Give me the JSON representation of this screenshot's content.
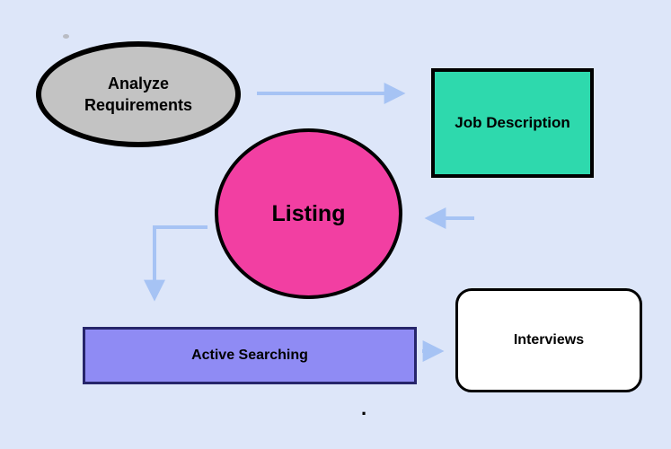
{
  "diagram": {
    "type": "flowchart",
    "background_color": "#dde6f9",
    "arrow_color": "#a6c3f4",
    "nodes": [
      {
        "id": "analyze-requirements",
        "label": "Analyze Requirements",
        "shape": "ellipse",
        "fill": "#c3c3c3",
        "border": "#000000"
      },
      {
        "id": "job-description",
        "label": "Job Description",
        "shape": "rectangle",
        "fill": "#2ed9ad",
        "border": "#000000"
      },
      {
        "id": "listing",
        "label": "Listing",
        "shape": "circle",
        "fill": "#f23fa2",
        "border": "#000000"
      },
      {
        "id": "active-searching",
        "label": "Active Searching",
        "shape": "rectangle",
        "fill": "#8f8bf4",
        "border": "#26256b"
      },
      {
        "id": "interviews",
        "label": "Interviews",
        "shape": "rounded-rectangle",
        "fill": "#ffffff",
        "border": "#000000"
      }
    ],
    "edges": [
      {
        "from": "analyze-requirements",
        "to": "job-description"
      },
      {
        "from": "job-description",
        "to": "listing"
      },
      {
        "from": "listing",
        "to": "active-searching"
      },
      {
        "from": "active-searching",
        "to": "interviews"
      }
    ],
    "stray_mark": "."
  }
}
